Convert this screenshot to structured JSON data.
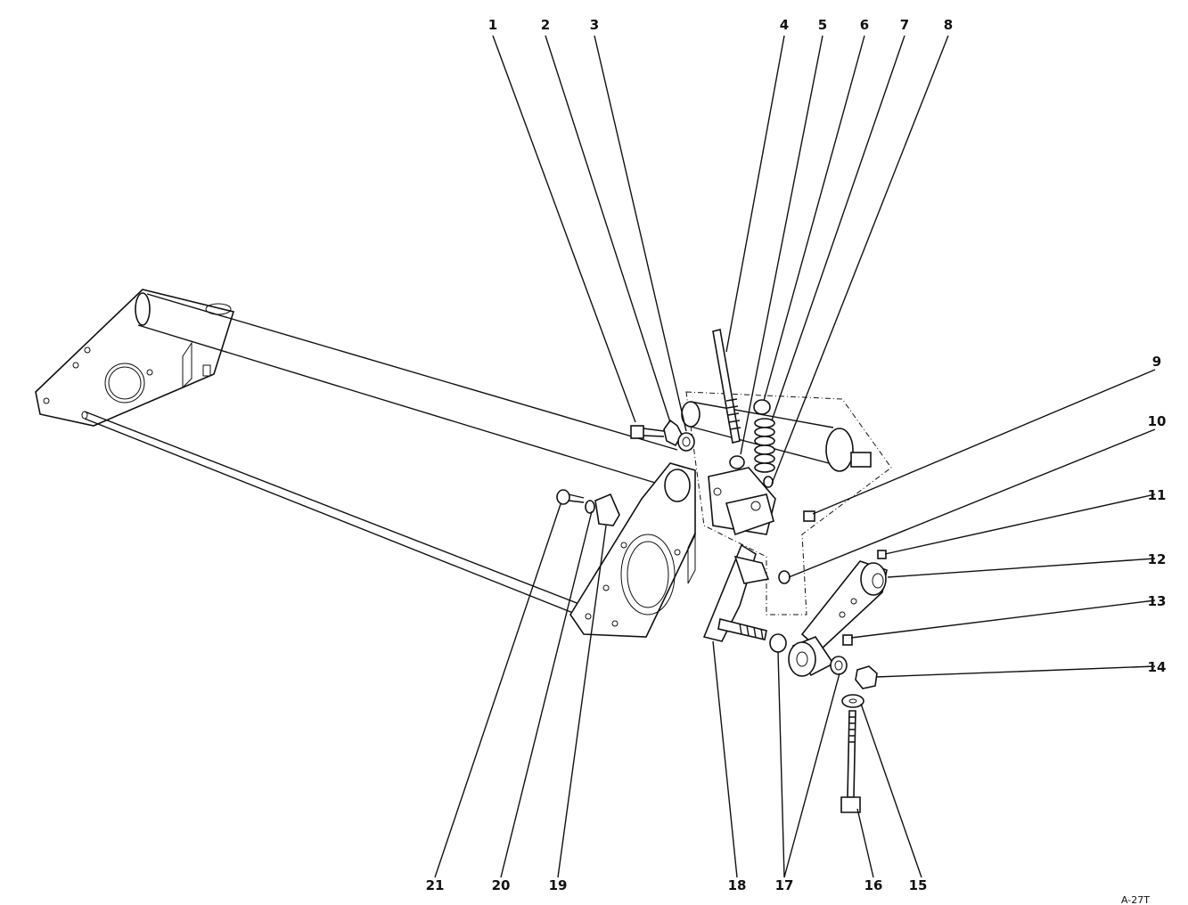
{
  "callouts": [
    "1",
    "2",
    "3",
    "4",
    "5",
    "6",
    "7",
    "8",
    "9",
    "10",
    "11",
    "12",
    "13",
    "14",
    "15",
    "16",
    "17",
    "18",
    "19",
    "20",
    "21"
  ],
  "footer_mark": "A-27T"
}
